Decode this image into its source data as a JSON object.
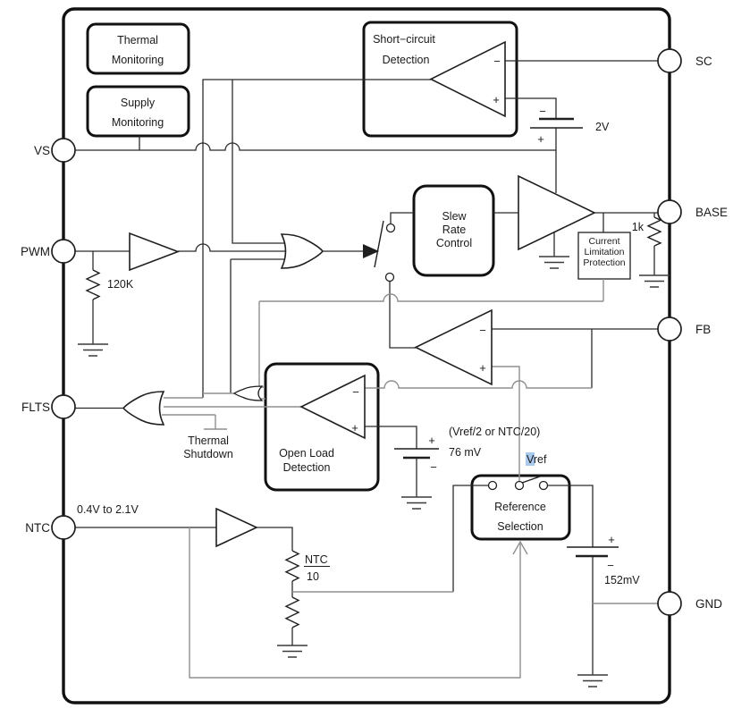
{
  "colors": {
    "background": "#ffffff",
    "line": "#1f1f1f",
    "gray_wire": "#8f8f8f",
    "vref_highlight": "#a8c9ec"
  },
  "pins": {
    "vs": "VS",
    "pwm": "PWM",
    "flts": "FLTS",
    "ntc": "NTC",
    "sc": "SC",
    "base": "BASE",
    "fb": "FB",
    "gnd": "GND"
  },
  "blocks": {
    "thermal_monitoring": {
      "l1": "Thermal",
      "l2": "Monitoring"
    },
    "supply_monitoring": {
      "l1": "Supply",
      "l2": "Monitoring"
    },
    "short_circuit": {
      "l1": "Short−circuit",
      "l2": "Detection"
    },
    "slew_rate": {
      "l1": "Slew",
      "l2": "Rate",
      "l3": "Control"
    },
    "current_limitation": {
      "l1": "Current",
      "l2": "Limitation",
      "l3": "Protection"
    },
    "open_load": {
      "l1": "Open Load",
      "l2": "Detection"
    },
    "reference_selection": {
      "l1": "Reference",
      "l2": "Selection"
    }
  },
  "labels": {
    "thermal_shutdown_l1": "Thermal",
    "thermal_shutdown_l2": "Shutdown",
    "pwm_resistor": "120K",
    "base_resistor": "1k",
    "sc_battery": "2V",
    "vref_formula": "(Vref/2 or NTC/20)",
    "old_battery": "76 mV",
    "vref": "Vref",
    "ntc_range": "0.4V to 2.1V",
    "ntc_frac_num": "NTC",
    "ntc_frac_den": "10",
    "gnd_battery": "152mV"
  },
  "signs": {
    "plus": "+",
    "minus": "−"
  }
}
